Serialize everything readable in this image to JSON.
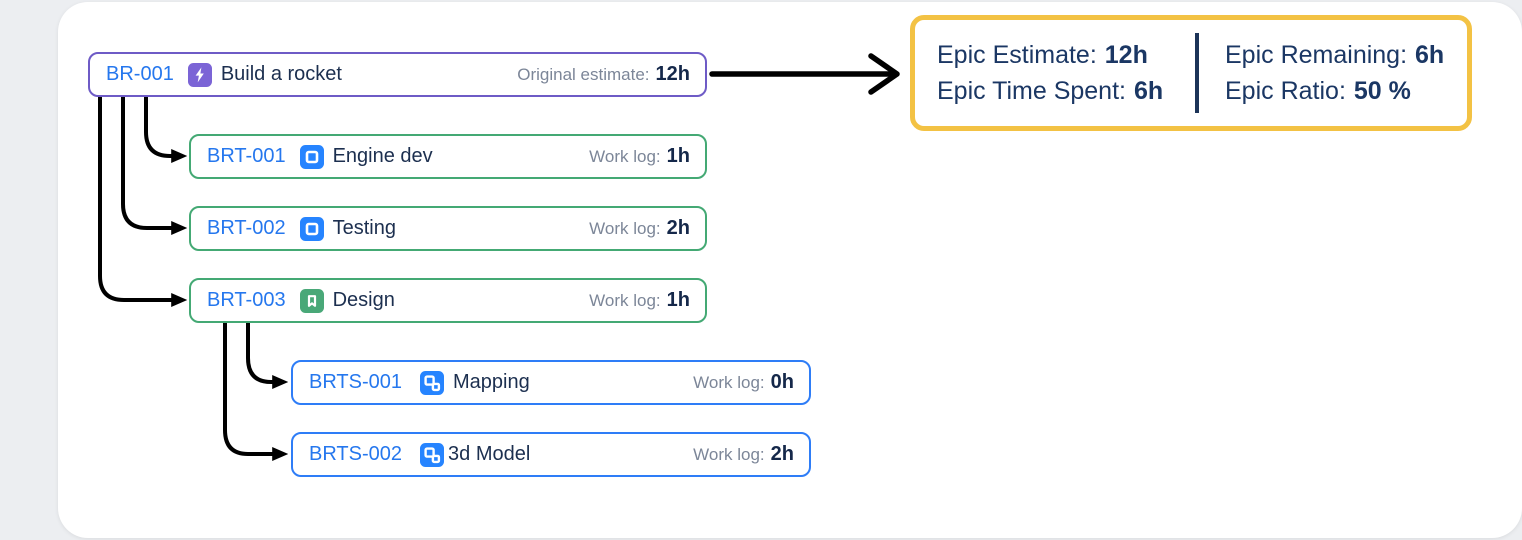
{
  "colors": {
    "epic_border": "#6e5bc6",
    "task_border": "#44a974",
    "subtask_border": "#2e7df7",
    "stats_border": "#f3c244",
    "issue_key_blue": "#2577ee",
    "label_gray": "#7c8698",
    "dark_navy": "#15284a",
    "stats_navy": "#1b3764",
    "arrow_black": "#000000",
    "epic_icon_bg": "#7b64d6",
    "task_icon_bg": "#2684ff",
    "story_icon_bg": "#49a878",
    "subtask_icon_bg": "#2684ff"
  },
  "icons": {
    "epic": "lightning-bolt-icon",
    "task": "square-outline-icon",
    "story": "bookmark-icon",
    "subtask": "nested-squares-icon"
  },
  "epic": {
    "key": "BR-001",
    "summary": "Build a rocket",
    "label": "Original estimate:",
    "value": "12h"
  },
  "tasks": [
    {
      "key": "BRT-001",
      "summary": "Engine dev",
      "label": "Work log:",
      "value": "1h",
      "type": "task"
    },
    {
      "key": "BRT-002",
      "summary": "Testing",
      "label": "Work log:",
      "value": "2h",
      "type": "task"
    },
    {
      "key": "BRT-003",
      "summary": "Design",
      "label": "Work log:",
      "value": "1h",
      "type": "story"
    }
  ],
  "subtasks": [
    {
      "key": "BRTS-001",
      "summary": "Mapping",
      "label": "Work log:",
      "value": "0h",
      "type": "subtask"
    },
    {
      "key": "BRTS-002",
      "summary": "3d Model",
      "label": "Work log:",
      "value": "2h",
      "type": "subtask"
    }
  ],
  "stats": {
    "items": [
      {
        "label": "Epic Estimate:",
        "value": "12h"
      },
      {
        "label": "Epic Time Spent:",
        "value": "6h"
      },
      {
        "label": "Epic Remaining:",
        "value": "6h"
      },
      {
        "label": "Epic Ratio:",
        "value": "50 %"
      }
    ]
  }
}
